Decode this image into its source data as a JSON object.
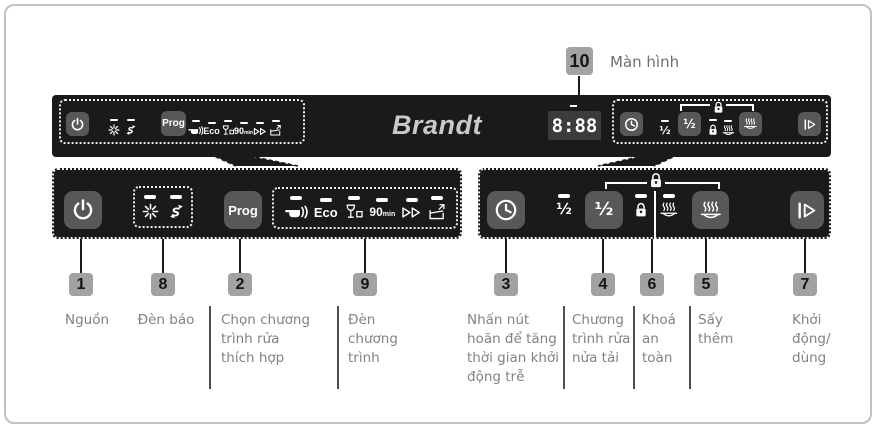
{
  "brand": "Brandt",
  "display": {
    "value": "8:88"
  },
  "controls": {
    "prog": "Prog",
    "eco": "Eco",
    "ninety": "90",
    "ninety_unit": "min",
    "half": "½"
  },
  "icons": {
    "power": "power-symbol",
    "salt": "salt-indicator-asterisk",
    "rinse_aid": "rinse-aid-s-arrow",
    "intensive": "pot-pan",
    "glass": "wine-glass-and-cup",
    "rapid": "double-triangle",
    "soak": "tub-with-arrow",
    "delay": "clock",
    "child_lock": "padlock",
    "extra_dry": "steam-over-dish",
    "start_pause": "bar-play"
  },
  "callouts": {
    "c1": {
      "num": "1",
      "label": "Nguồn"
    },
    "c2": {
      "num": "2",
      "label": "Chọn chương\ntrình rửa\nthích hợp"
    },
    "c3": {
      "num": "3",
      "label": "Nhấn nút\nhoãn để tăng\nthời gian khởi\nđộng trễ"
    },
    "c4": {
      "num": "4",
      "label": "Chương\ntrình rửa\nnửa tải"
    },
    "c5": {
      "num": "5",
      "label": "Sấy\nthêm"
    },
    "c6": {
      "num": "6",
      "label": "Khoá\nan\ntoàn"
    },
    "c7": {
      "num": "7",
      "label": "Khởi\nđộng/\ndùng"
    },
    "c8": {
      "num": "8",
      "label": "Đèn báo"
    },
    "c9": {
      "num": "9",
      "label": "Đèn\nchương\ntrình"
    },
    "c10": {
      "num": "10",
      "label": "Màn hình"
    }
  },
  "colors": {
    "panel": "#1a1a1a",
    "button": "#58585b",
    "badge": "#a2a2a2",
    "label_text": "#828282",
    "divider": "#47534e",
    "display_bg": "#3c3c3c"
  }
}
